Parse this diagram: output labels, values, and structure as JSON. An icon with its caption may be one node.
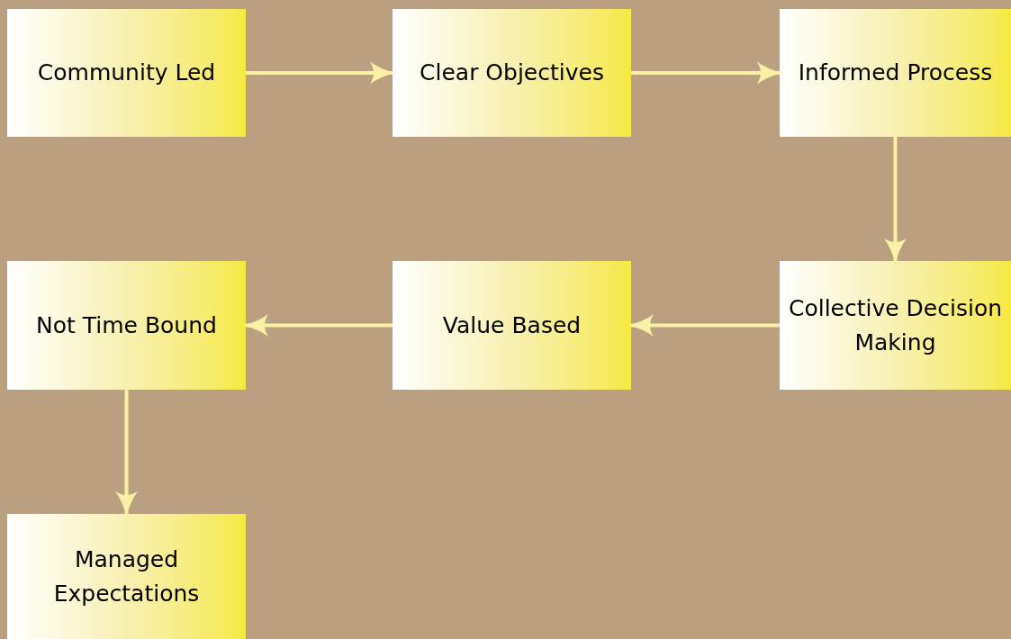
{
  "diagram": {
    "nodes": [
      {
        "text": [
          "Community Led"
        ]
      },
      {
        "text": [
          "Clear Objectives"
        ]
      },
      {
        "text": [
          "Informed Process"
        ]
      },
      {
        "text": [
          "Collective Decision Making"
        ]
      },
      {
        "text": [
          "Value Based"
        ]
      },
      {
        "text": [
          "Not Time Bound"
        ]
      },
      {
        "text": [
          "Managed Expectations"
        ]
      }
    ],
    "edges": [
      {
        "from": 0,
        "to": 1,
        "arrow": "to"
      },
      {
        "from": 1,
        "to": 2,
        "arrow": "to"
      },
      {
        "from": 2,
        "to": 3,
        "arrow": "to"
      },
      {
        "from": 3,
        "to": 4,
        "arrow": "to"
      },
      {
        "from": 4,
        "to": 5,
        "arrow": "to"
      },
      {
        "from": 5,
        "to": 6,
        "arrow": "to"
      }
    ]
  }
}
